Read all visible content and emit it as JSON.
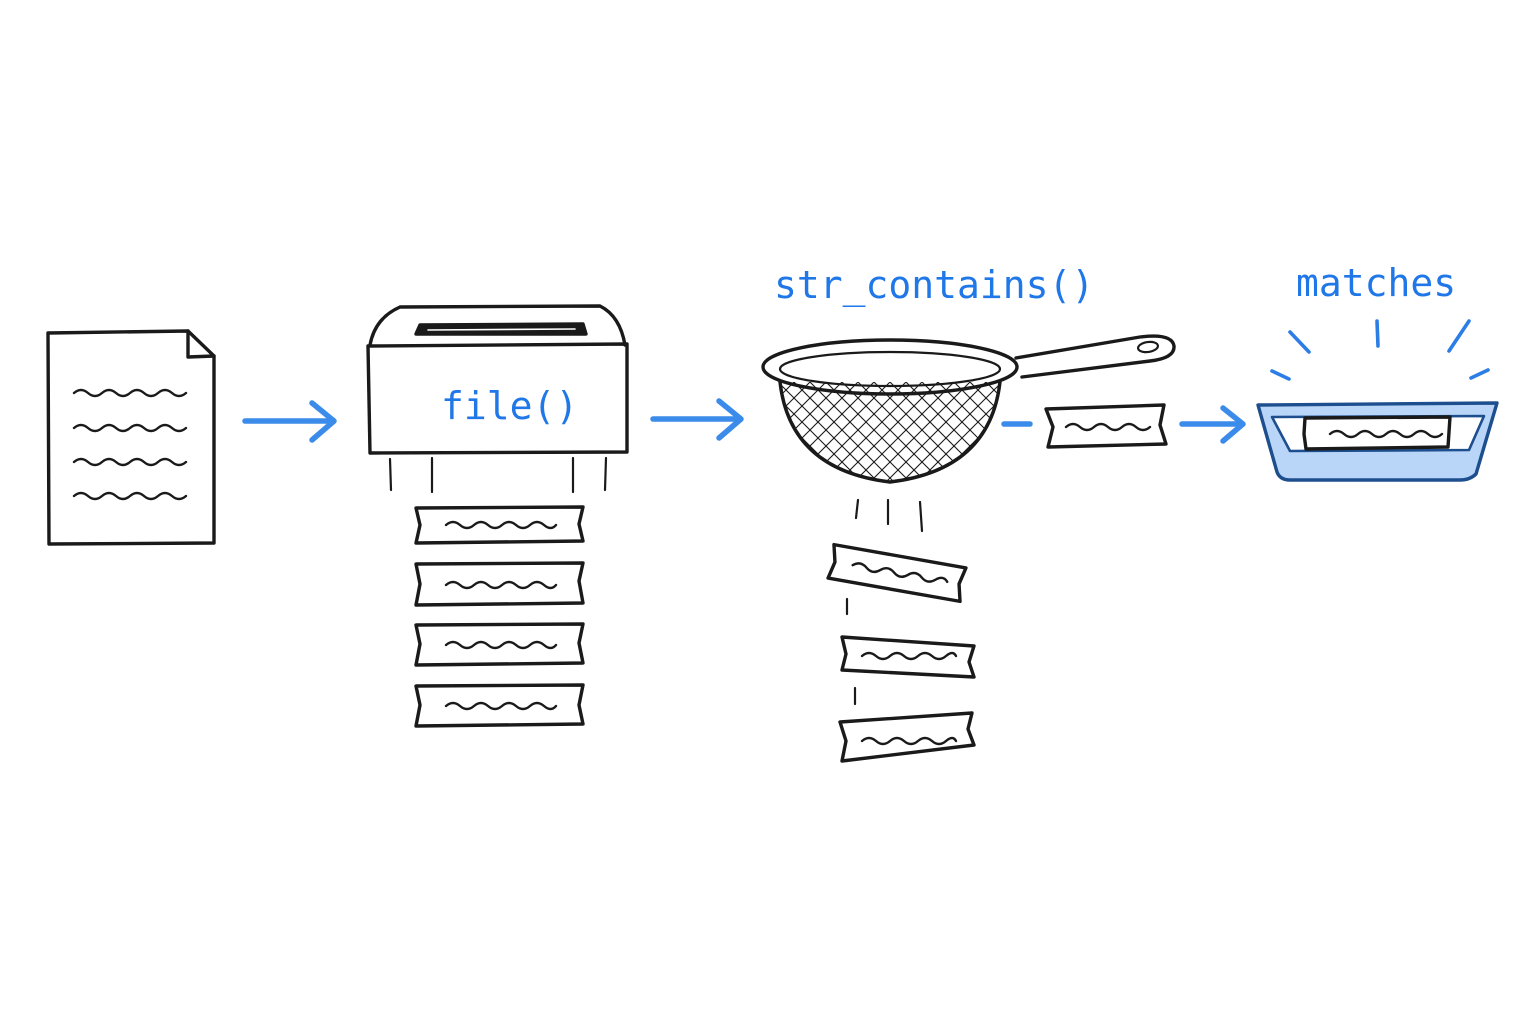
{
  "labels": {
    "reader": "file()",
    "filter": "str_contains()",
    "result": "matches"
  },
  "colors": {
    "accent": "#1f77e8",
    "arrow": "#3b8beb",
    "ink": "#1a1a1a",
    "tray_fill": "#b9d6f8",
    "tray_stroke": "#1d4f8f"
  },
  "icons": [
    "document-icon",
    "shredder-icon",
    "strainer-icon",
    "tray-icon"
  ]
}
